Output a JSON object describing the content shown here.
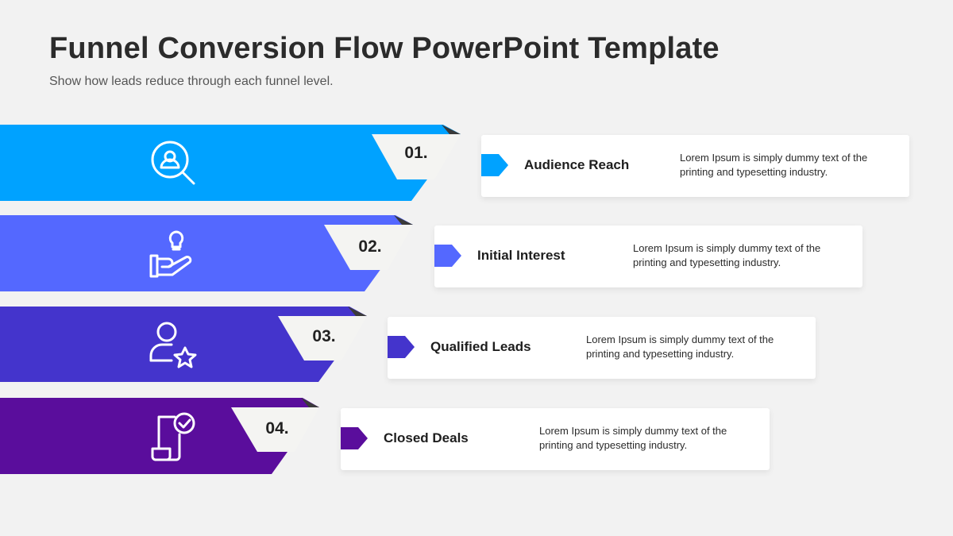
{
  "header": {
    "title": "Funnel Conversion Flow PowerPoint Template",
    "subtitle": "Show how leads reduce through each funnel level."
  },
  "stages": [
    {
      "number": "01.",
      "label": "Audience Reach",
      "description": "Lorem Ipsum is simply dummy text of the printing and typesetting industry.",
      "color": "#00a2ff",
      "icon": "search-user-icon"
    },
    {
      "number": "02.",
      "label": "Initial Interest",
      "description": "Lorem Ipsum is simply dummy text of the printing and typesetting industry.",
      "color": "#5468ff",
      "icon": "hand-lightbulb-icon"
    },
    {
      "number": "03.",
      "label": "Qualified Leads",
      "description": "Lorem Ipsum is simply dummy text of the printing and typesetting industry.",
      "color": "#4434cc",
      "icon": "user-star-icon"
    },
    {
      "number": "04.",
      "label": "Closed Deals",
      "description": "Lorem Ipsum is simply dummy text of the printing and typesetting industry.",
      "color": "#5a0d9c",
      "icon": "document-check-icon"
    }
  ]
}
